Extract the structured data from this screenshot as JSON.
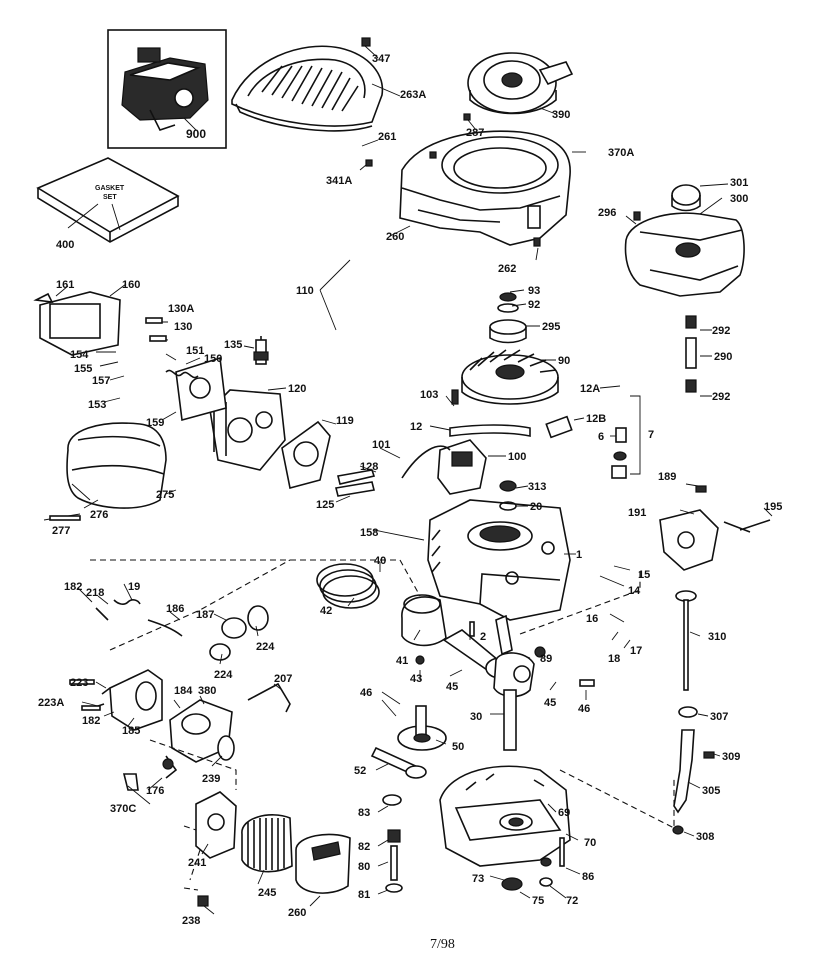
{
  "labels": {
    "p900": "900",
    "p347": "347",
    "p263A": "263A",
    "p390": "390",
    "p287": "287",
    "p261": "261",
    "p370A": "370A",
    "p341A": "341A",
    "p260": "260",
    "p301": "301",
    "p300": "300",
    "p296": "296",
    "p400": "400",
    "p262": "262",
    "p110": "110",
    "p93": "93",
    "p92": "92",
    "p295": "295",
    "p90": "90",
    "p161": "161",
    "p160": "160",
    "p130A": "130A",
    "p130": "130",
    "p135": "135",
    "p151": "151",
    "p150": "150",
    "p154": "154",
    "p155": "155",
    "p157": "157",
    "p153": "153",
    "p120": "120",
    "p159": "159",
    "p119": "119",
    "p292a": "292",
    "p290": "290",
    "p292b": "292",
    "p12A": "12A",
    "p103": "103",
    "p12": "12",
    "p12B": "12B",
    "p6": "6",
    "p7": "7",
    "p101": "101",
    "p100": "100",
    "p128": "128",
    "p125": "125",
    "p275": "275",
    "p276": "276",
    "p277": "277",
    "p313": "313",
    "p20": "20",
    "p189": "189",
    "p191": "191",
    "p195": "195",
    "p158": "158",
    "p40": "40",
    "p1": "1",
    "p15": "15",
    "p14": "14",
    "p42": "42",
    "p182a": "182",
    "p218": "218",
    "p19": "19",
    "p186": "186",
    "p187": "187",
    "p224a": "224",
    "p224b": "224",
    "p16": "16",
    "p17": "17",
    "p18": "18",
    "p310": "310",
    "p2": "2",
    "p41": "41",
    "p89": "89",
    "p43": "43",
    "p45a": "45",
    "p45b": "45",
    "p46a": "46",
    "p46b": "46",
    "p223": "223",
    "p184": "184",
    "p380": "380",
    "p207": "207",
    "p223A": "223A",
    "p182b": "182",
    "p185": "185",
    "p30": "30",
    "p307": "307",
    "p50": "50",
    "p309": "309",
    "p52": "52",
    "p239": "239",
    "p176": "176",
    "p370C": "370C",
    "p305": "305",
    "p83": "83",
    "p69": "69",
    "p70": "70",
    "p308": "308",
    "p82": "82",
    "p241": "241",
    "p80": "80",
    "p73": "73",
    "p86": "86",
    "p245": "245",
    "p260b": "260",
    "p81": "81",
    "p75": "75",
    "p72": "72",
    "p238": "238"
  },
  "gasket_set_label_1": "GASKET",
  "gasket_set_label_2": "SET",
  "page_number": "7/98"
}
